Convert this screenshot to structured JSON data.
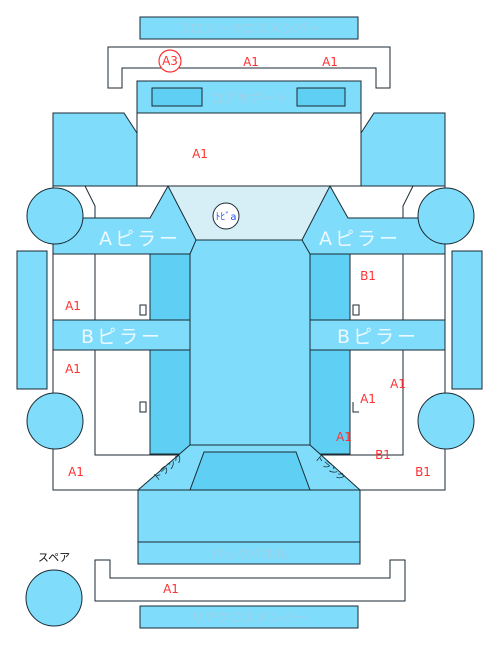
{
  "labels": {
    "front_cross_member": "フロントクロスメンバー",
    "core_support": "コアサポート",
    "a_pillar_left": "Aピラー",
    "a_pillar_right": "Aピラー",
    "b_pillar_left": "Bピラー",
    "b_pillar_right": "Bピラー",
    "back_panel": "バックパネル",
    "rear_cross_member": "リアクロスメンバー",
    "spare": "スペア",
    "trunk_left": "トランク",
    "trunk_right": "トランク",
    "top_marker": "ﾄﾋﾞa"
  },
  "damage_marks": {
    "front_a3": "A3",
    "front_a1_center": "A1",
    "front_a1_right": "A1",
    "hood_a1": "A1",
    "left_front_door": "A1",
    "left_rear_door": "A1",
    "left_quarter": "A1",
    "right_front_door": "B1",
    "right_rear_door_1": "A1",
    "right_rear_door_2": "A1",
    "right_quarter_1": "A1",
    "right_quarter_2": "B1",
    "right_quarter_3": "B1",
    "rear_cross": "A1"
  },
  "colors": {
    "panel_fill": "#7fdcfb",
    "panel_fill_alt": "#5fd0f4",
    "roof_light": "#d6eef6",
    "outline": "#1b2a33",
    "damage_red": "#ff3030"
  }
}
